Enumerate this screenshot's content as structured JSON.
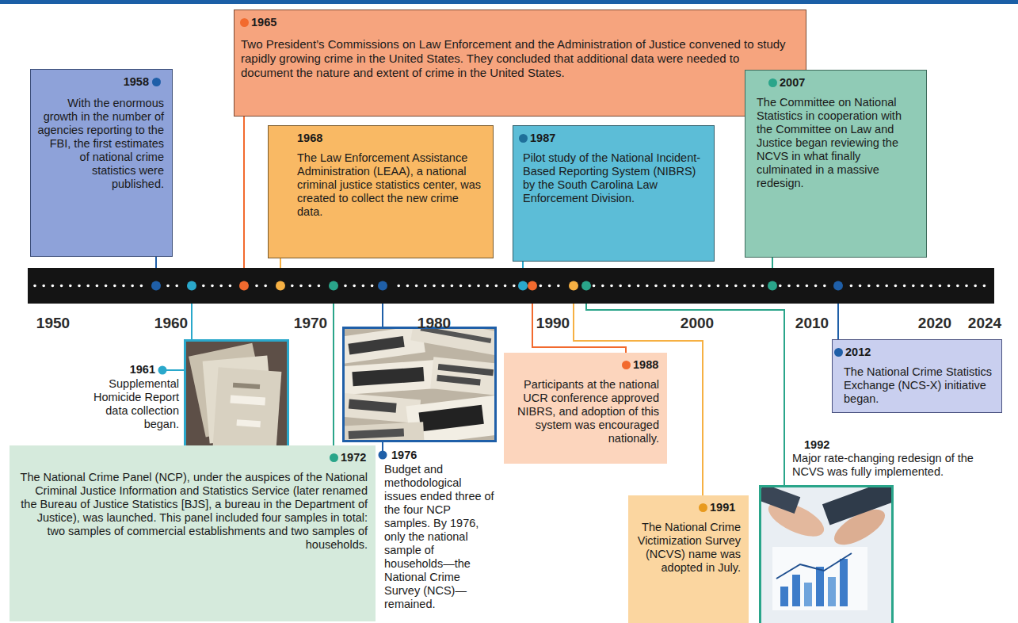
{
  "diagram": {
    "nodes": [
      {
        "text": [
          "1958",
          "With the enormous growth in the number of agencies reporting to the FBI, the first estimates of national crime statistics were published."
        ]
      },
      {
        "text": [
          "1965",
          "Two President’s Commissions on Law Enforcement and the Administration of Justice convened to study rapidly growing crime in the United States. They concluded that additional data were needed to document the nature and extent of crime in the United States."
        ]
      },
      {
        "text": [
          "1968",
          "The Law Enforcement Assistance Administration (LEAA), a national criminal justice statistics center, was created to collect the new crime data."
        ]
      },
      {
        "text": [
          "1972",
          "The National Crime Panel (NCP), under the auspices of the National Criminal Justice Information and Statistics Service (later renamed the Bureau of Justice Statistics [BJS], a bureau in the Department of Justice), was launched. This panel included four samples in total: two samples of commercial establishments and two samples of households."
        ]
      },
      {
        "text": [
          "1987",
          "Pilot study of the National Incident-Based Reporting System (NIBRS) by the South Carolina Law Enforcement Division."
        ]
      },
      {
        "text": [
          "1988",
          "Participants at the national UCR conference approved NIBRS, and adoption of this system was encouraged nationally."
        ]
      },
      {
        "text": [
          "1991",
          "The National Crime Victimization Survey (NCVS) name was adopted in July."
        ]
      },
      {
        "text": [
          "2007",
          "The Committee on National Statistics in cooperation with the Committee on Law and Justice began reviewing the NCVS in what finally culminated in a massive redesign."
        ]
      },
      {
        "text": [
          "2012",
          "The National Crime Statistics Exchange (NCS-X) initiative began."
        ]
      }
    ],
    "labels": [
      "1950",
      "1960",
      "1970",
      "1980",
      "1990",
      "2000",
      "2010",
      "2020",
      "2024",
      "1961",
      "Supplemental Homicide Report data collection began.",
      "1976",
      "Budget and methodological issues ended three of the four NCP samples. By 1976, only the national sample of households—the National Crime Survey (NCS)—remained.",
      "1992",
      "Major rate-changing redesign of the NCVS was fully implemented."
    ]
  }
}
